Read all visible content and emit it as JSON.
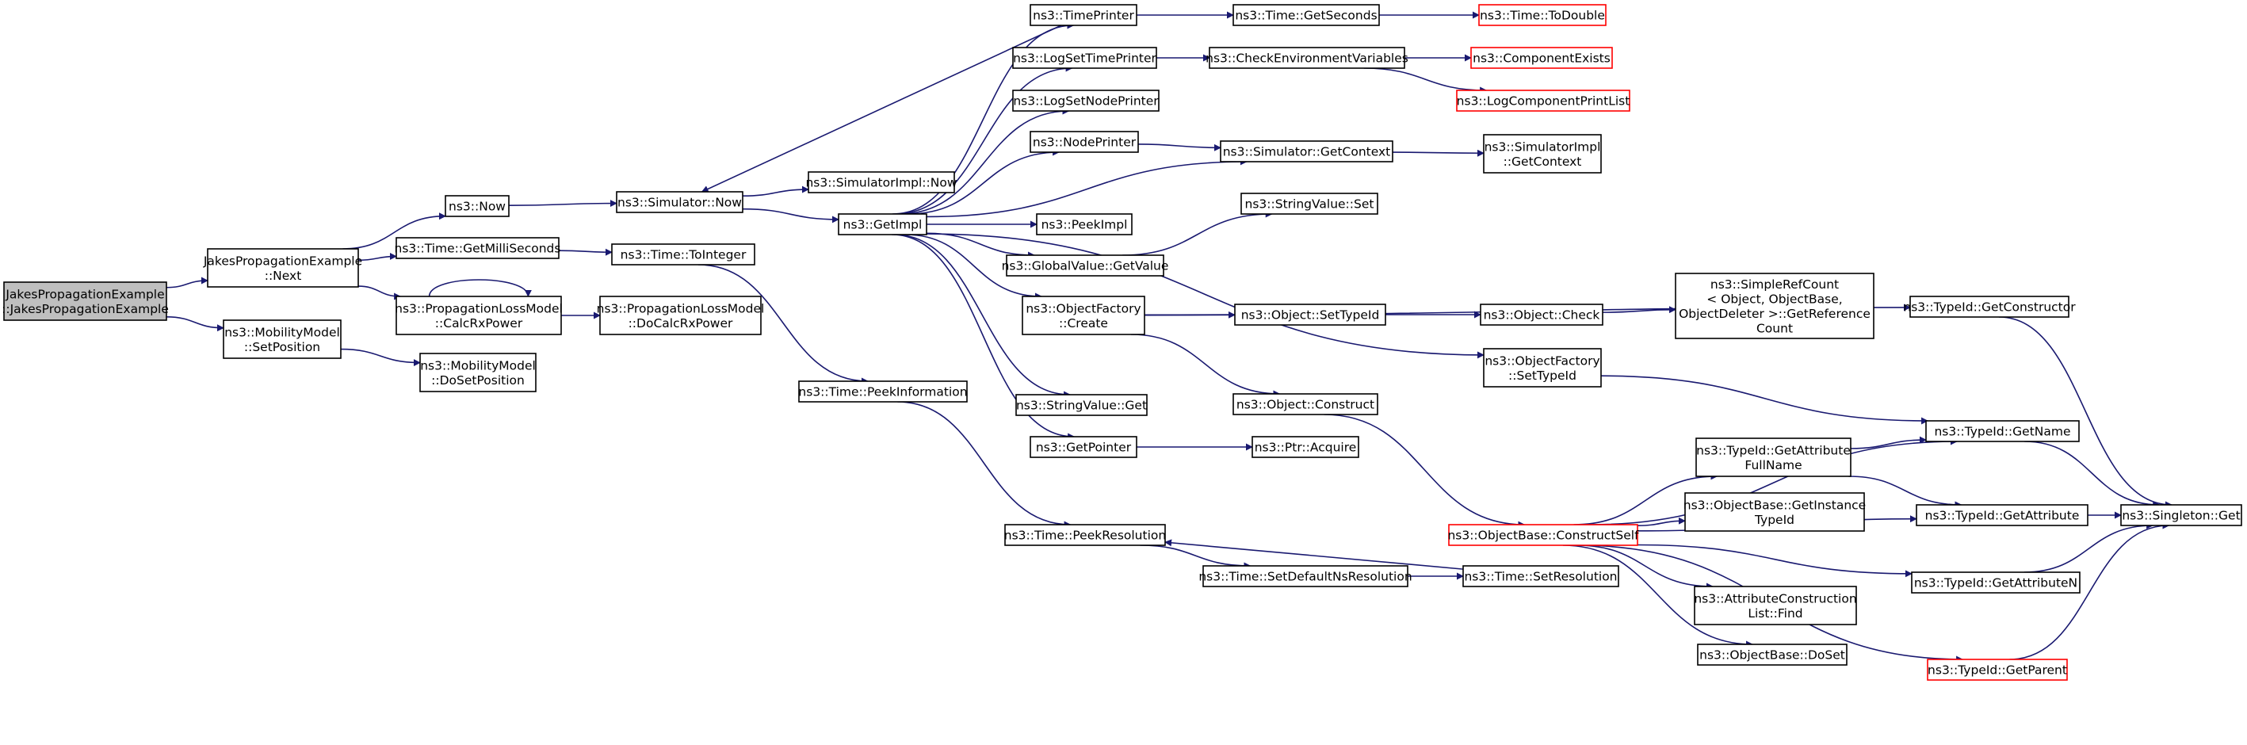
{
  "colors": {
    "edge": "#191970",
    "node_border": "#000000",
    "node_border_truncated": "#ff0000",
    "root_fill": "#bfbfbf",
    "background": "#ffffff"
  },
  "nodes": [
    {
      "id": "root",
      "lines": [
        "JakesPropagationExample",
        "::JakesPropagationExample"
      ],
      "style": "root"
    },
    {
      "id": "next",
      "lines": [
        "JakesPropagationExample",
        "::Next"
      ]
    },
    {
      "id": "mm_setpos",
      "lines": [
        "ns3::MobilityModel",
        "::SetPosition"
      ]
    },
    {
      "id": "mm_dosetpos",
      "lines": [
        "ns3::MobilityModel",
        "::DoSetPosition"
      ]
    },
    {
      "id": "now",
      "lines": [
        "ns3::Now"
      ]
    },
    {
      "id": "getms",
      "lines": [
        "ns3::Time::GetMilliSeconds"
      ]
    },
    {
      "id": "plm_calc",
      "lines": [
        "ns3::PropagationLossModel",
        "::CalcRxPower"
      ]
    },
    {
      "id": "plm_docalc",
      "lines": [
        "ns3::PropagationLossModel",
        "::DoCalcRxPower"
      ]
    },
    {
      "id": "toint",
      "lines": [
        "ns3::Time::ToInteger"
      ]
    },
    {
      "id": "sim_now",
      "lines": [
        "ns3::Simulator::Now"
      ]
    },
    {
      "id": "simimpl_now",
      "lines": [
        "ns3::SimulatorImpl::Now"
      ]
    },
    {
      "id": "getimpl",
      "lines": [
        "ns3::GetImpl"
      ]
    },
    {
      "id": "peekinfo",
      "lines": [
        "ns3::Time::PeekInformation"
      ]
    },
    {
      "id": "timeprinter",
      "lines": [
        "ns3::TimePrinter"
      ]
    },
    {
      "id": "logsettp",
      "lines": [
        "ns3::LogSetTimePrinter"
      ]
    },
    {
      "id": "logsetnp",
      "lines": [
        "ns3::LogSetNodePrinter"
      ]
    },
    {
      "id": "nodeprinter",
      "lines": [
        "ns3::NodePrinter"
      ]
    },
    {
      "id": "peekimpl",
      "lines": [
        "ns3::PeekImpl"
      ]
    },
    {
      "id": "gv_getvalue",
      "lines": [
        "ns3::GlobalValue::GetValue"
      ]
    },
    {
      "id": "of_create",
      "lines": [
        "ns3::ObjectFactory",
        "::Create"
      ]
    },
    {
      "id": "sv_get",
      "lines": [
        "ns3::StringValue::Get"
      ]
    },
    {
      "id": "getpointer",
      "lines": [
        "ns3::GetPointer"
      ]
    },
    {
      "id": "peekres",
      "lines": [
        "ns3::Time::PeekResolution"
      ]
    },
    {
      "id": "getseconds",
      "lines": [
        "ns3::Time::GetSeconds"
      ]
    },
    {
      "id": "checkenv",
      "lines": [
        "ns3::CheckEnvironmentVariables"
      ]
    },
    {
      "id": "sim_getctx",
      "lines": [
        "ns3::Simulator::GetContext"
      ]
    },
    {
      "id": "sv_set",
      "lines": [
        "ns3::StringValue::Set"
      ]
    },
    {
      "id": "obj_settid",
      "lines": [
        "ns3::Object::SetTypeId"
      ]
    },
    {
      "id": "obj_construct",
      "lines": [
        "ns3::Object::Construct"
      ]
    },
    {
      "id": "ptr_acquire",
      "lines": [
        "ns3::Ptr::Acquire"
      ]
    },
    {
      "id": "setdefres",
      "lines": [
        "ns3::Time::SetDefaultNsResolution"
      ]
    },
    {
      "id": "todouble",
      "lines": [
        "ns3::Time::ToDouble"
      ],
      "style": "red"
    },
    {
      "id": "compexists",
      "lines": [
        "ns3::ComponentExists"
      ],
      "style": "red"
    },
    {
      "id": "logcpl",
      "lines": [
        "ns3::LogComponentPrintList"
      ],
      "style": "red"
    },
    {
      "id": "simimpl_getctx",
      "lines": [
        "ns3::SimulatorImpl",
        "::GetContext"
      ]
    },
    {
      "id": "obj_check",
      "lines": [
        "ns3::Object::Check"
      ]
    },
    {
      "id": "of_settid",
      "lines": [
        "ns3::ObjectFactory",
        "::SetTypeId"
      ]
    },
    {
      "id": "ob_construct",
      "lines": [
        "ns3::ObjectBase::ConstructSelf"
      ],
      "style": "red"
    },
    {
      "id": "setres",
      "lines": [
        "ns3::Time::SetResolution"
      ]
    },
    {
      "id": "src_getref",
      "lines": [
        "ns3::SimpleRefCount",
        "< Object, ObjectBase,",
        " ObjectDeleter >::GetReference",
        "Count"
      ]
    },
    {
      "id": "tid_getattrfull",
      "lines": [
        "ns3::TypeId::GetAttribute",
        "FullName"
      ]
    },
    {
      "id": "ob_getinst",
      "lines": [
        "ns3::ObjectBase::GetInstance",
        "TypeId"
      ]
    },
    {
      "id": "acl_find",
      "lines": [
        "ns3::AttributeConstruction",
        "List::Find"
      ]
    },
    {
      "id": "ob_doset",
      "lines": [
        "ns3::ObjectBase::DoSet"
      ]
    },
    {
      "id": "tid_getctor",
      "lines": [
        "ns3::TypeId::GetConstructor"
      ]
    },
    {
      "id": "tid_getname",
      "lines": [
        "ns3::TypeId::GetName"
      ]
    },
    {
      "id": "tid_getattr",
      "lines": [
        "ns3::TypeId::GetAttribute"
      ]
    },
    {
      "id": "tid_getattrn",
      "lines": [
        "ns3::TypeId::GetAttributeN"
      ]
    },
    {
      "id": "tid_getparent",
      "lines": [
        "ns3::TypeId::GetParent"
      ],
      "style": "red"
    },
    {
      "id": "singleton_get",
      "lines": [
        "ns3::Singleton::Get"
      ]
    }
  ],
  "edges": [
    [
      "root",
      "next"
    ],
    [
      "root",
      "mm_setpos"
    ],
    [
      "next",
      "now"
    ],
    [
      "next",
      "getms"
    ],
    [
      "next",
      "plm_calc"
    ],
    [
      "mm_setpos",
      "mm_dosetpos"
    ],
    [
      "now",
      "sim_now"
    ],
    [
      "getms",
      "toint"
    ],
    [
      "plm_calc",
      "plm_calc"
    ],
    [
      "plm_calc",
      "plm_docalc"
    ],
    [
      "toint",
      "peekinfo"
    ],
    [
      "sim_now",
      "simimpl_now"
    ],
    [
      "sim_now",
      "getimpl"
    ],
    [
      "getimpl",
      "timeprinter"
    ],
    [
      "getimpl",
      "logsettp"
    ],
    [
      "getimpl",
      "logsetnp"
    ],
    [
      "getimpl",
      "nodeprinter"
    ],
    [
      "getimpl",
      "sim_getctx"
    ],
    [
      "getimpl",
      "peekimpl"
    ],
    [
      "getimpl",
      "gv_getvalue"
    ],
    [
      "getimpl",
      "of_create"
    ],
    [
      "getimpl",
      "of_settid"
    ],
    [
      "getimpl",
      "sv_get"
    ],
    [
      "getimpl",
      "getpointer"
    ],
    [
      "timeprinter",
      "sim_now"
    ],
    [
      "timeprinter",
      "getseconds"
    ],
    [
      "getseconds",
      "todouble"
    ],
    [
      "logsettp",
      "checkenv"
    ],
    [
      "checkenv",
      "compexists"
    ],
    [
      "checkenv",
      "logcpl"
    ],
    [
      "nodeprinter",
      "sim_getctx"
    ],
    [
      "sim_getctx",
      "simimpl_getctx"
    ],
    [
      "gv_getvalue",
      "sv_set"
    ],
    [
      "of_create",
      "obj_settid"
    ],
    [
      "of_create",
      "tid_getctor"
    ],
    [
      "of_create",
      "obj_construct"
    ],
    [
      "obj_settid",
      "obj_check"
    ],
    [
      "obj_check",
      "src_getref"
    ],
    [
      "of_settid",
      "tid_getname"
    ],
    [
      "obj_construct",
      "ob_construct"
    ],
    [
      "getpointer",
      "ptr_acquire"
    ],
    [
      "peekinfo",
      "peekres"
    ],
    [
      "peekres",
      "setdefres"
    ],
    [
      "setdefres",
      "setres"
    ],
    [
      "setres",
      "peekres"
    ],
    [
      "ob_construct",
      "tid_getname"
    ],
    [
      "ob_construct",
      "tid_getattrfull"
    ],
    [
      "ob_construct",
      "ob_getinst"
    ],
    [
      "ob_construct",
      "tid_getattr"
    ],
    [
      "ob_construct",
      "acl_find"
    ],
    [
      "ob_construct",
      "ob_doset"
    ],
    [
      "ob_construct",
      "tid_getattrn"
    ],
    [
      "ob_construct",
      "tid_getparent"
    ],
    [
      "tid_getattrfull",
      "tid_getname"
    ],
    [
      "tid_getattrfull",
      "tid_getattr"
    ],
    [
      "tid_getctor",
      "singleton_get"
    ],
    [
      "tid_getname",
      "singleton_get"
    ],
    [
      "tid_getattr",
      "singleton_get"
    ],
    [
      "tid_getattrn",
      "singleton_get"
    ],
    [
      "tid_getparent",
      "singleton_get"
    ]
  ]
}
